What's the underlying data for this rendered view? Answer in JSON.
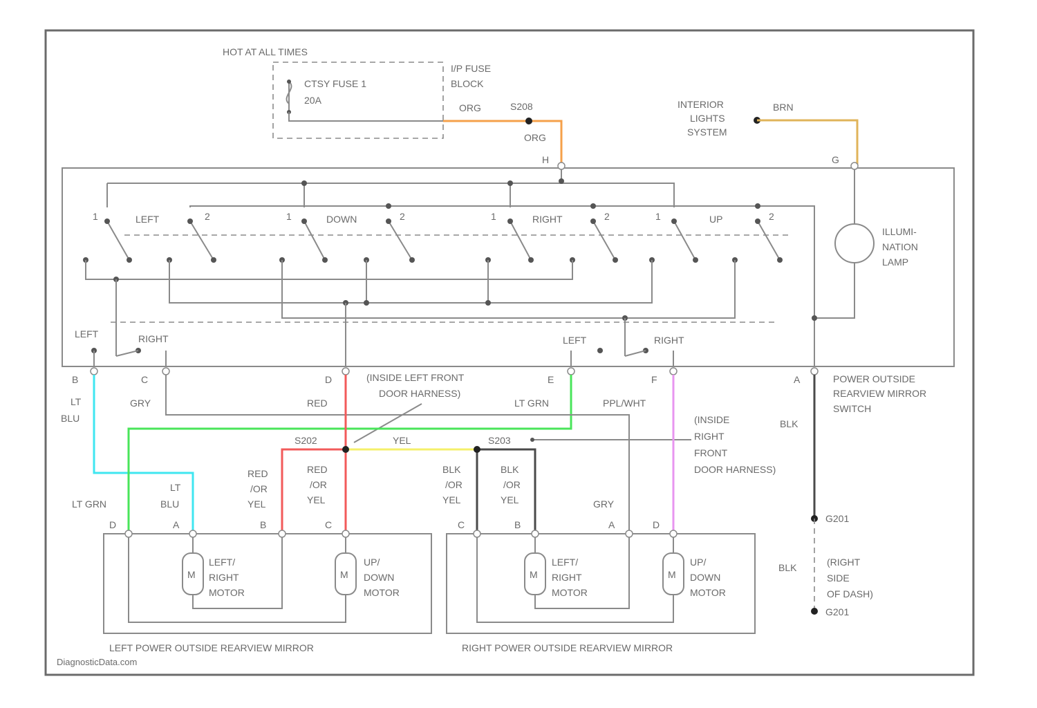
{
  "source": "HOT AT ALL TIMES",
  "fuse_block": {
    "fuse_line1": "CTSY FUSE 1",
    "fuse_line2": "20A",
    "name_line1": "I/P FUSE",
    "name_line2": "BLOCK"
  },
  "splice_top": "S208",
  "interior_lights": {
    "line1": "INTERIOR",
    "line2": "LIGHTS",
    "line3": "SYSTEM"
  },
  "lamp": {
    "line1": "ILLUMI-",
    "line2": "NATION",
    "line3": "LAMP"
  },
  "switch_name": {
    "line1": "POWER OUTSIDE",
    "line2": "REARVIEW MIRROR",
    "line3": "SWITCH"
  },
  "switch_labels": {
    "left": "LEFT",
    "down": "DOWN",
    "right": "RIGHT",
    "up": "UP",
    "n1": "1",
    "n2": "2",
    "sel_left_1": "LEFT",
    "sel_right_1": "RIGHT",
    "sel_left_2": "LEFT",
    "sel_right_2": "RIGHT"
  },
  "connectors": {
    "H": "H",
    "G": "G",
    "B": "B",
    "C": "C",
    "D": "D",
    "E": "E",
    "F": "F",
    "A": "A"
  },
  "harness": {
    "inside_left_line1": "(INSIDE LEFT FRONT",
    "inside_left_line2": "DOOR HARNESS)",
    "inside_right_line1": "(INSIDE",
    "inside_right_line2": "RIGHT",
    "inside_right_line3": "FRONT",
    "inside_right_line4": "DOOR HARNESS)"
  },
  "splices": {
    "s202": "S202",
    "s203": "S203"
  },
  "ground": {
    "g201_top": "G201",
    "note_line1": "(RIGHT",
    "note_line2": "SIDE",
    "note_line3": "OF DASH)",
    "g201_bottom": "G201"
  },
  "wires": {
    "org1": "ORG",
    "org2": "ORG",
    "brn": "BRN",
    "lt": "LT",
    "blu": "BLU",
    "gry1": "GRY",
    "red": "RED",
    "lt_grn_top": "LT GRN",
    "ppl_white": "PPL/WHT",
    "blk1": "BLK",
    "yel": "YEL",
    "lt_grn_left": "LT GRN",
    "lt2": "LT",
    "blu2": "BLU",
    "red_l1": "RED",
    "red_l2": "/OR",
    "red_l3": "YEL",
    "red_r1": "RED",
    "red_r2": "/OR",
    "red_r3": "YEL",
    "blk_l1": "BLK",
    "blk_l2": "/OR",
    "blk_l3": "YEL",
    "blk_r1": "BLK",
    "blk_r2": "/OR",
    "blk_r3": "YEL",
    "gry2": "GRY",
    "blk2": "BLK"
  },
  "mirror_pins": {
    "l_d": "D",
    "l_a": "A",
    "l_b": "B",
    "l_c": "C",
    "r_c": "C",
    "r_b": "B",
    "r_a": "A",
    "r_d": "D"
  },
  "motors": {
    "m": "M",
    "lr1": "LEFT/",
    "lr2": "RIGHT",
    "lr3": "MOTOR",
    "ud1": "UP/",
    "ud2": "DOWN",
    "ud3": "MOTOR"
  },
  "mirrors": {
    "left": "LEFT POWER OUTSIDE REARVIEW MIRROR",
    "right": "RIGHT POWER OUTSIDE REARVIEW MIRROR"
  },
  "watermark": "DiagnosticData.com",
  "colors": {
    "org": "#f5a04a",
    "brn": "#e0b45a",
    "lt_blu": "#3fe6f0",
    "lt_grn": "#49e55a",
    "red": "#f25a5a",
    "yel": "#f4f06a",
    "ppl_wht": "#e896f0",
    "blk": "#4a4a4a",
    "gry": "#9a9a9a"
  }
}
